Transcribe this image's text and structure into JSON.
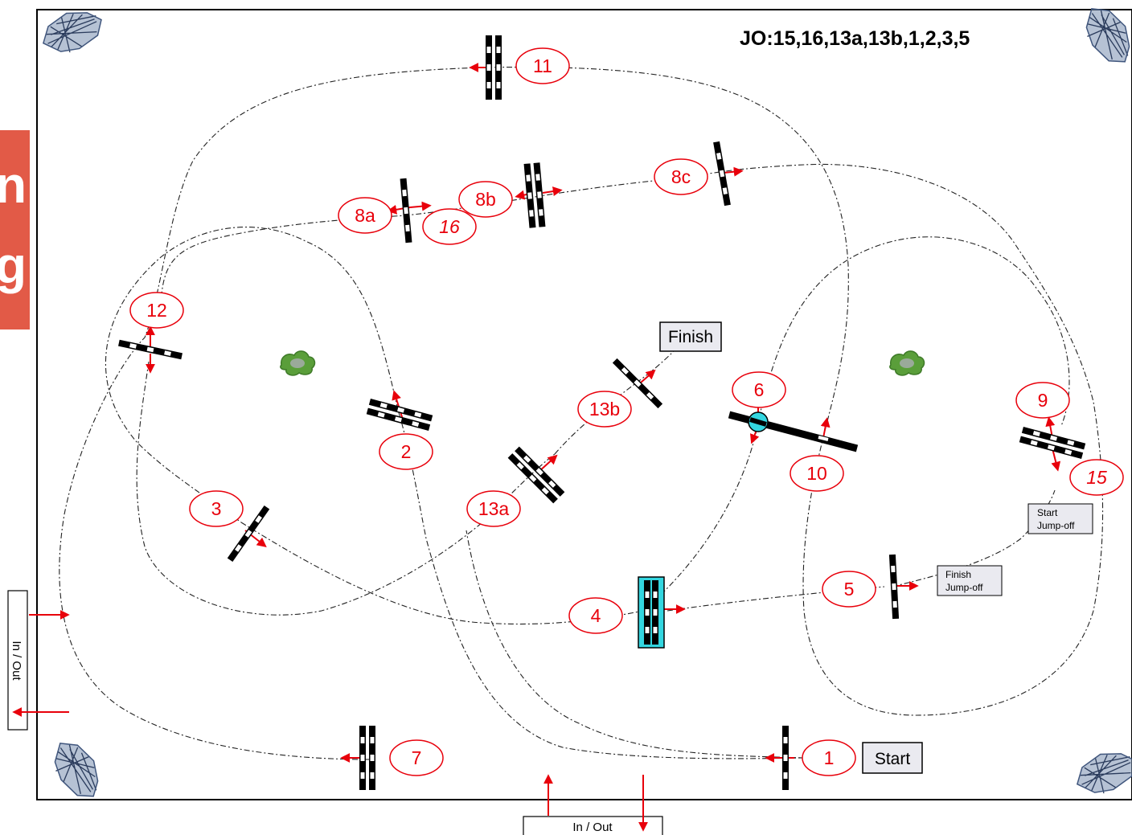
{
  "arena": {
    "jump_off_order": "JO:15,16,13a,13b,1,2,3,5",
    "side_badge_partial": [
      "n",
      "g"
    ],
    "in_out_left": "In / Out",
    "in_out_bottom": "In / Out"
  },
  "markers": {
    "start": "Start",
    "finish": "Finish",
    "start_jump_off": [
      "Start",
      "Jump-off"
    ],
    "finish_jump_off": [
      "Finish",
      "Jump-off"
    ]
  },
  "fence_numbers": [
    {
      "id": "1",
      "label": "1"
    },
    {
      "id": "2",
      "label": "2"
    },
    {
      "id": "3",
      "label": "3"
    },
    {
      "id": "4",
      "label": "4"
    },
    {
      "id": "5",
      "label": "5"
    },
    {
      "id": "6",
      "label": "6"
    },
    {
      "id": "7",
      "label": "7"
    },
    {
      "id": "8a",
      "label": "8a"
    },
    {
      "id": "8b",
      "label": "8b"
    },
    {
      "id": "8c",
      "label": "8c"
    },
    {
      "id": "9",
      "label": "9"
    },
    {
      "id": "10",
      "label": "10"
    },
    {
      "id": "11",
      "label": "11"
    },
    {
      "id": "12",
      "label": "12"
    },
    {
      "id": "13a",
      "label": "13a"
    },
    {
      "id": "13b",
      "label": "13b"
    }
  ],
  "jump_off_numbers": [
    {
      "id": "15",
      "label": "15"
    },
    {
      "id": "16",
      "label": "16"
    }
  ],
  "colors": {
    "number_red": "#e8000b",
    "water_cyan": "#33d6e0",
    "badge_orange": "#e25a47",
    "bush_green": "#5a9e3a"
  }
}
